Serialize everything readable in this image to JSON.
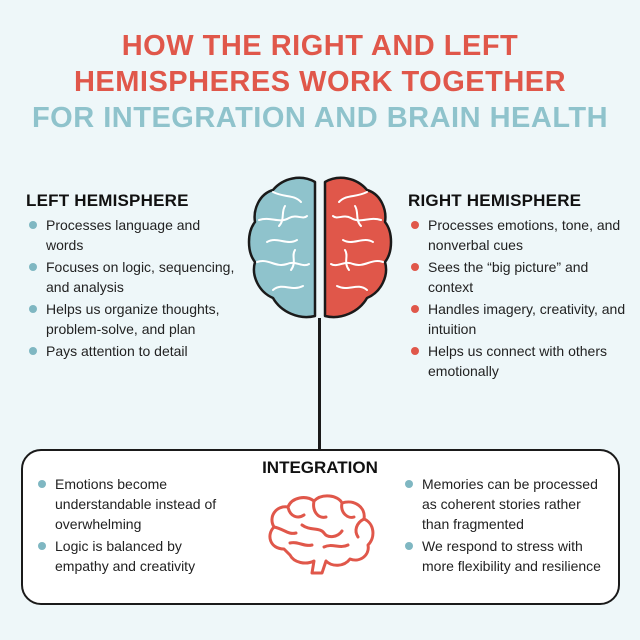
{
  "title": {
    "line1": "HOW THE RIGHT AND LEFT",
    "line2": "HEMISPHERES WORK TOGETHER",
    "line3": "FOR INTEGRATION AND BRAIN HEALTH"
  },
  "left_hemisphere": {
    "heading": "LEFT HEMISPHERE",
    "items": [
      "Processes language and words",
      "Focuses on logic, sequencing, and analysis",
      "Helps us organize thoughts, problem-solve, and plan",
      "Pays attention to detail"
    ]
  },
  "right_hemisphere": {
    "heading": "RIGHT HEMISPHERE",
    "items": [
      "Processes emotions, tone, and nonverbal cues",
      "Sees the “big picture” and context",
      "Handles imagery, creativity, and intuition",
      "Helps us connect with others emotionally"
    ]
  },
  "integration": {
    "heading": "INTEGRATION",
    "left_items": [
      "Emotions become understandable instead of overwhelming",
      "Logic is balanced by empathy and creativity"
    ],
    "right_items": [
      "Memories can be processed as coherent stories rather than fragmented",
      "We respond to stress with more flexibility and resilience"
    ]
  },
  "colors": {
    "left_accent": "#8fc3cc",
    "right_accent": "#e0574a",
    "background": "#eef7f9"
  },
  "icons": {
    "main": "brain-hemispheres-icon",
    "integration": "brain-outline-icon"
  }
}
